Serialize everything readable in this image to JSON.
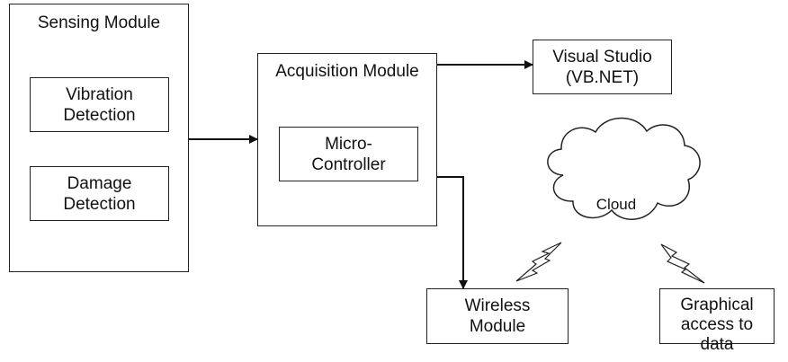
{
  "diagram": {
    "sensing_module": {
      "label": "Sensing Module",
      "vibration": "Vibration\nDetection",
      "damage": "Damage\nDetection"
    },
    "acquisition_module": {
      "label": "Acquisition Module",
      "micro": "Micro-\nController"
    },
    "visual_studio": "Visual Studio\n(VB.NET)",
    "cloud": "Cloud",
    "wireless": "Wireless\nModule",
    "graphical": "Graphical\naccess to\ndata"
  }
}
